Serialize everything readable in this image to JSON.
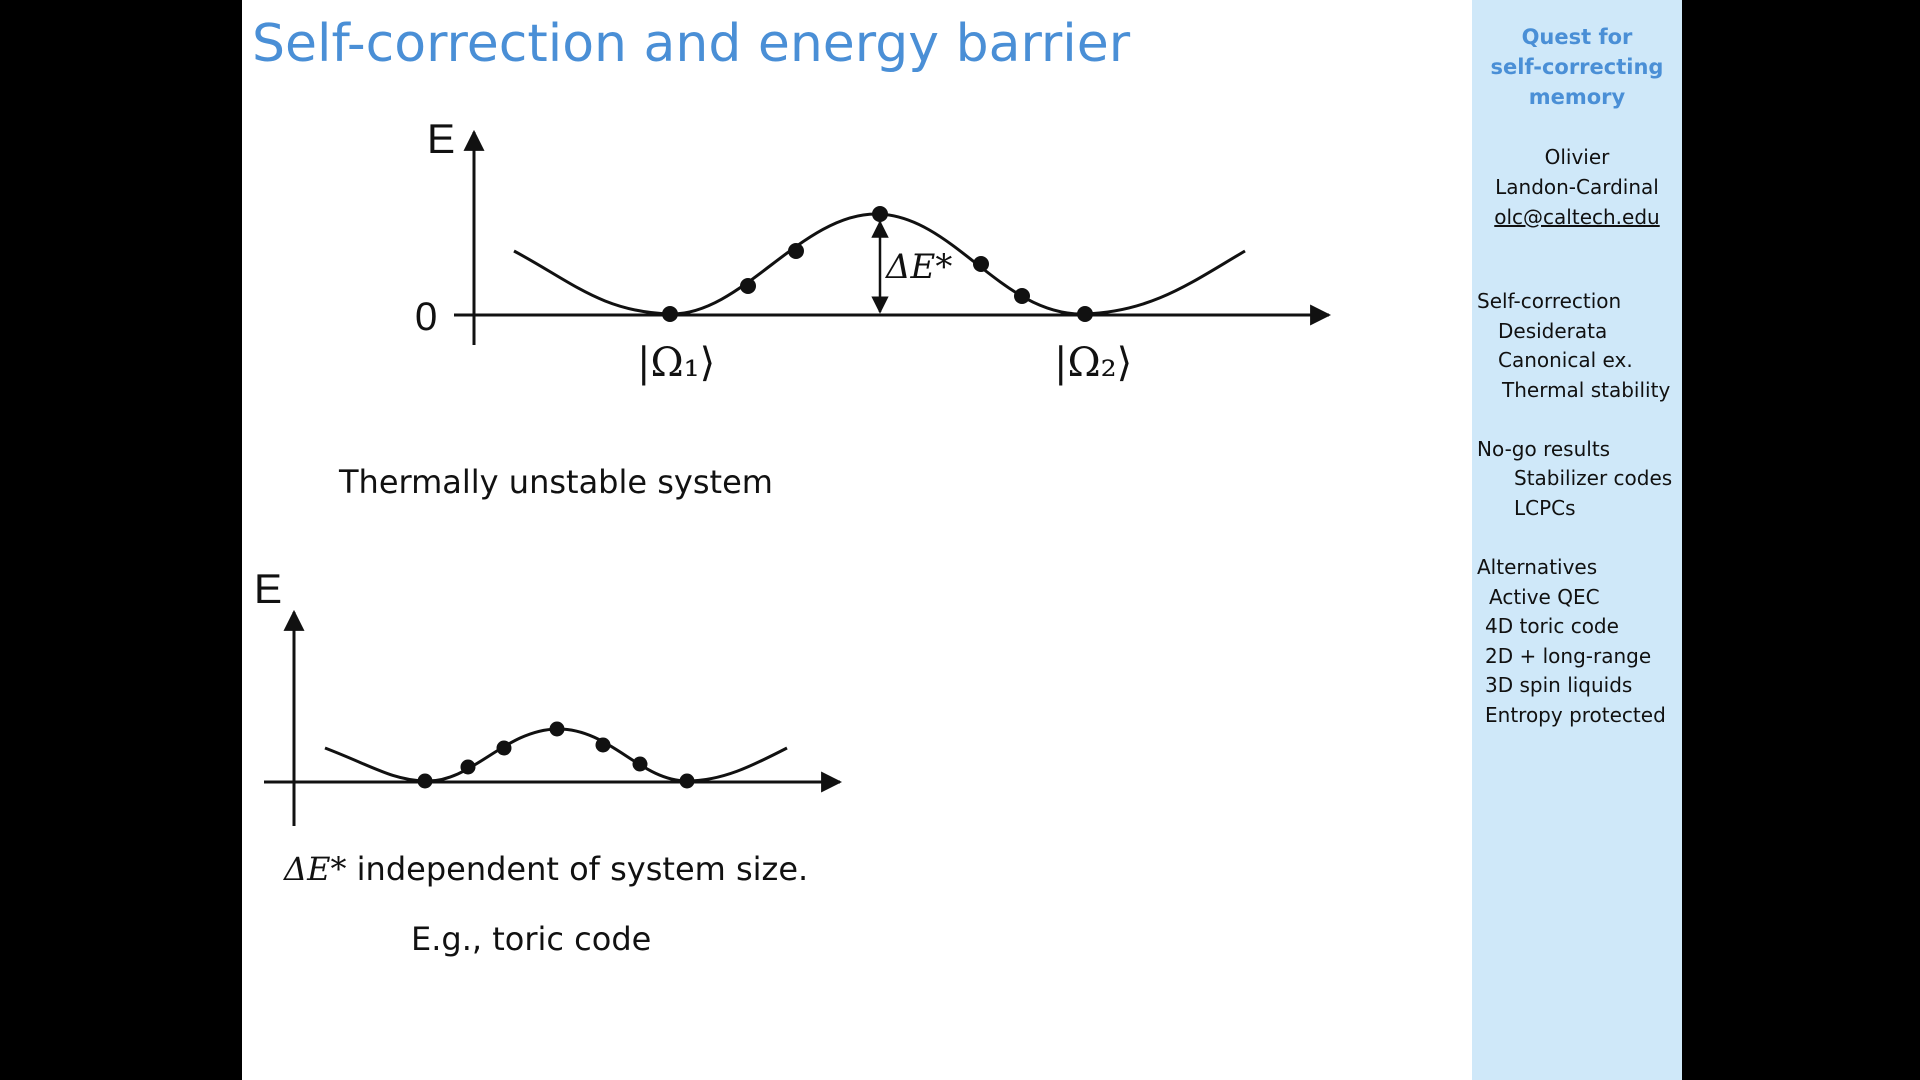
{
  "slide": {
    "title": "Self-correction and energy barrier",
    "top_diagram": {
      "axis_y_label": "E",
      "zero_label": "0",
      "delta_label": "ΔE*",
      "state1_label": "|Ω₁⟩",
      "state2_label": "|Ω₂⟩"
    },
    "caption_top": "Thermally unstable system",
    "bottom_diagram": {
      "axis_y_label": "E"
    },
    "caption_delta_symbol": "ΔE*",
    "caption_bottom": "independent of system size.",
    "caption_example": "E.g., toric code"
  },
  "sidebar": {
    "title_lines": [
      "Quest for",
      "self-correcting",
      "memory"
    ],
    "author_first": "Olivier",
    "author_last": "Landon-Cardinal",
    "email": "olc@caltech.edu",
    "toc": [
      {
        "label": "Self-correction"
      },
      {
        "label": "Desiderata"
      },
      {
        "label": "Canonical ex."
      },
      {
        "label": "Thermal stability"
      },
      {
        "label": "No-go results"
      },
      {
        "label": "Stabilizer codes"
      },
      {
        "label": "LCPCs"
      },
      {
        "label": "Alternatives"
      },
      {
        "label": "Active QEC"
      },
      {
        "label": "4D toric code"
      },
      {
        "label": "2D + long-range"
      },
      {
        "label": "3D spin liquids"
      },
      {
        "label": "Entropy protected"
      }
    ]
  },
  "colors": {
    "title": "#4a8fd6",
    "sidebar_bg": "#cfe8f9",
    "background": "#000000"
  }
}
